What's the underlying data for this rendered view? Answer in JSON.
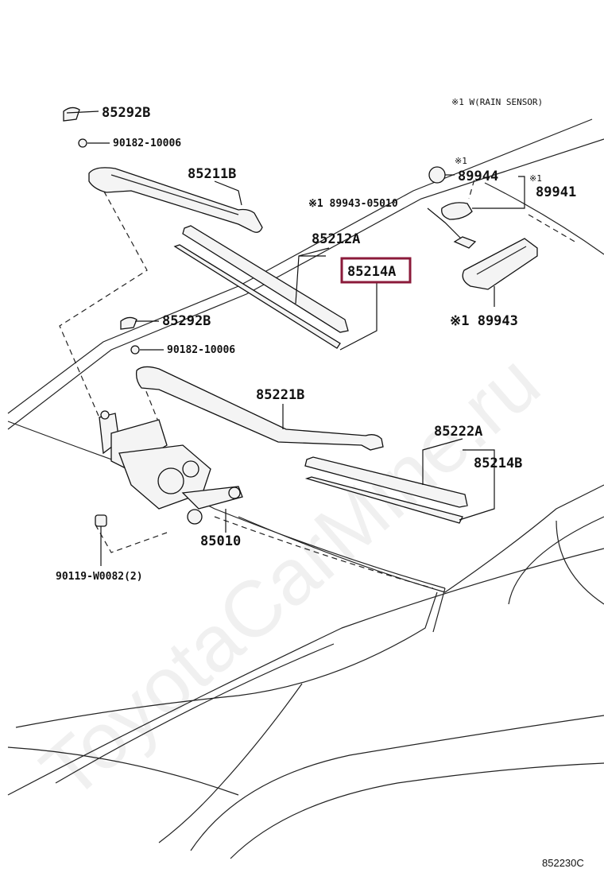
{
  "note_rain_sensor": "※1 W(RAIN SENSOR)",
  "watermark": "ToyotaCarMine.ru",
  "diagram_code": "852230C",
  "highlight_color": "#8b1a3a",
  "parts": {
    "p85292b_top": "85292B",
    "p90182_top": "90182-10006",
    "p85211b": "85211B",
    "p85212a": "85212A",
    "p85214a": "85214A",
    "p85292b_mid": "85292B",
    "p90182_mid": "90182-10006",
    "p85221b": "85221B",
    "p85222a": "85222A",
    "p85214b": "85214B",
    "p85010": "85010",
    "p90119": "90119-W0082(2)",
    "p89943_05010": "※1 89943-05010",
    "p89944_mark": "※1",
    "p89944": "89944",
    "p89941_mark": "※1",
    "p89941": "89941",
    "p89943_bottom": "※1 89943"
  }
}
